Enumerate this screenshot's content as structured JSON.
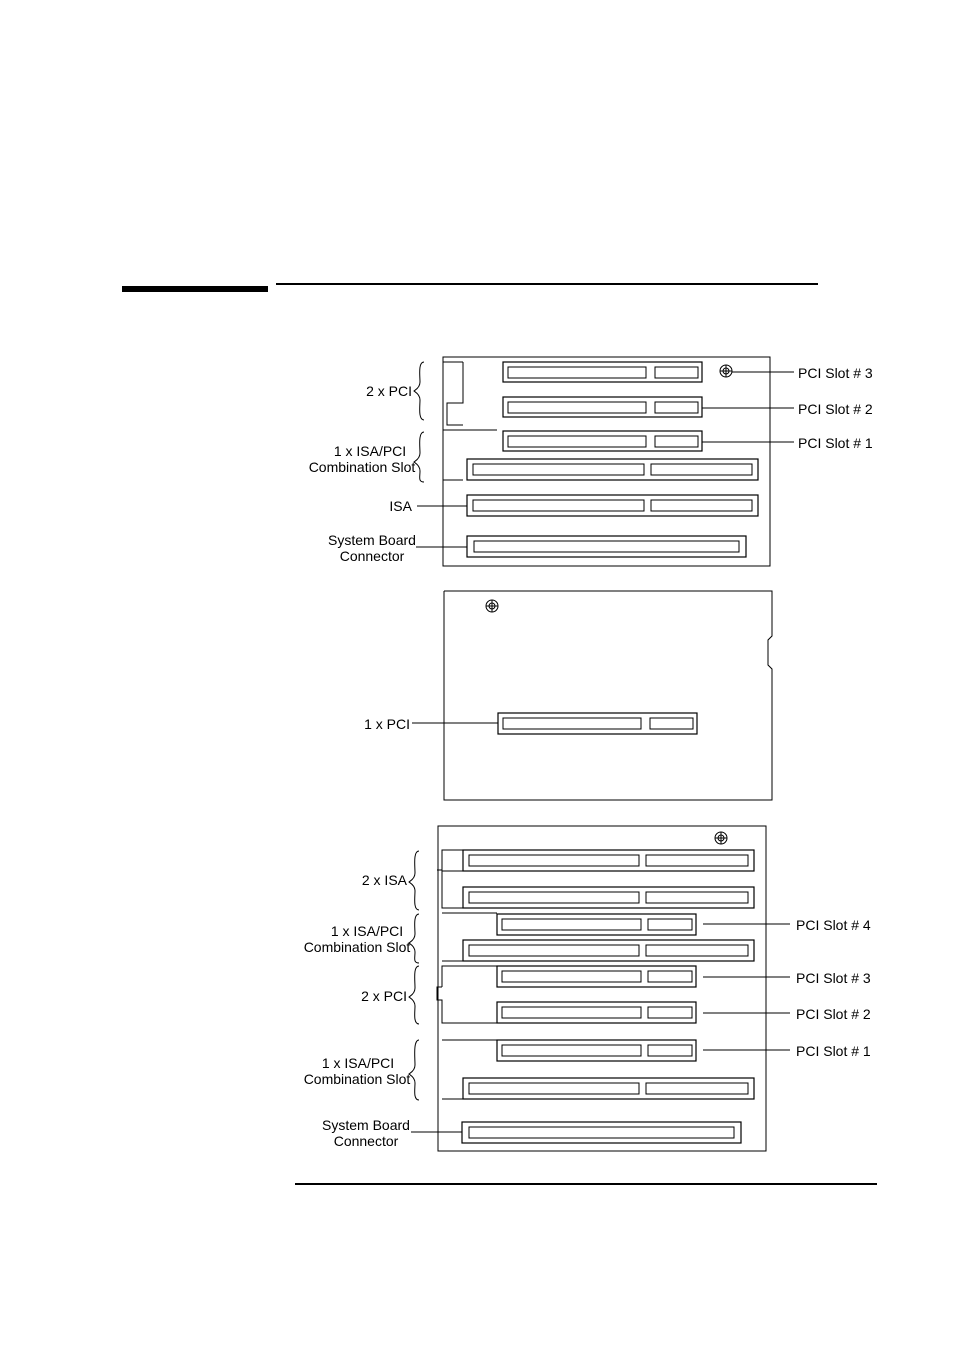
{
  "colors": {
    "ink": "#000000",
    "paper": "#ffffff"
  },
  "icons": {
    "screw": "screw-icon"
  },
  "figure_top": {
    "left_labels": [
      {
        "name": "label-2x-pci",
        "lines": [
          "2 x PCI"
        ]
      },
      {
        "name": "label-1x-isa-pci-combination",
        "lines": [
          "1 x ISA/PCI",
          "Combination Slot"
        ]
      },
      {
        "name": "label-isa",
        "lines": [
          "ISA"
        ]
      },
      {
        "name": "label-system-board-connector",
        "lines": [
          "System Board",
          "Connector"
        ]
      }
    ],
    "right_labels": [
      "PCI Slot # 3",
      "PCI Slot # 2",
      "PCI Slot # 1"
    ]
  },
  "figure_middle": {
    "left_labels": [
      {
        "name": "label-1x-pci",
        "lines": [
          "1 x PCI"
        ]
      }
    ]
  },
  "figure_bottom": {
    "left_labels": [
      {
        "name": "label-2x-isa",
        "lines": [
          "2 x ISA"
        ]
      },
      {
        "name": "label-1x-isa-pci-combination-upper",
        "lines": [
          "1 x ISA/PCI",
          "Combination Slot"
        ]
      },
      {
        "name": "label-2x-pci",
        "lines": [
          "2 x PCI"
        ]
      },
      {
        "name": "label-1x-isa-pci-combination-lower",
        "lines": [
          "1 x ISA/PCI",
          "Combination Slot"
        ]
      },
      {
        "name": "label-system-board-connector",
        "lines": [
          "System Board",
          "Connector"
        ]
      }
    ],
    "right_labels": [
      "PCI Slot # 4",
      "PCI Slot # 3",
      "PCI Slot # 2",
      "PCI Slot # 1"
    ]
  }
}
